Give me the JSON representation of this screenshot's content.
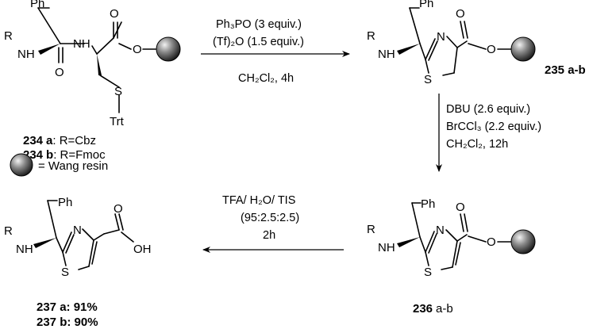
{
  "atoms": {
    "ph": "Ph",
    "r": "R",
    "nh": "NH",
    "n": "N",
    "s": "S",
    "o": "O",
    "oh": "OH",
    "trt": "Trt"
  },
  "step1": {
    "reagent1": "Ph₃PO (3 equiv.)",
    "reagent2": "(Tf)₂O (1.5 equiv.)",
    "solvent": "CH₂Cl₂, 4h"
  },
  "step2": {
    "reagent1": "DBU (2.6 equiv.)",
    "reagent2": "BrCCl₃ (2.2 equiv.)",
    "solvent": "CH₂Cl₂, 12h"
  },
  "step3": {
    "reagent1": "TFA/ H₂O/ TIS",
    "reagent2": "(95:2.5:2.5)",
    "time": "2h"
  },
  "compound234": {
    "number": "234",
    "a_suffix": "a",
    "a_text": ": R=Cbz",
    "b_suffix": "b",
    "b_text": ": R=Fmoc"
  },
  "legend": {
    "resin_text": "= Wang resin"
  },
  "compound235": {
    "label": "235 a-b"
  },
  "compound236": {
    "number": "236",
    "suffix": "a-b"
  },
  "compound237": {
    "a_label": "237 a",
    "a_yield": ": 91%",
    "b_label": "237 b",
    "b_yield": ": 90%"
  }
}
